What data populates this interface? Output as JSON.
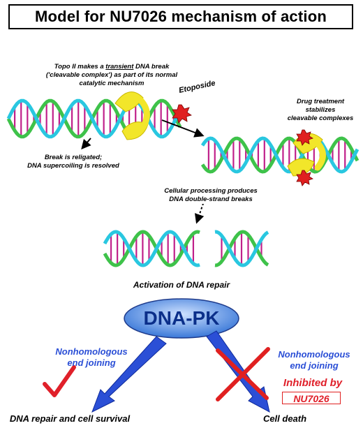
{
  "title": "Model for NU7026 mechanism of action",
  "topo_note": {
    "line1": "Topo II makes a",
    "transient": "transient",
    "line1b": "DNA break",
    "line2": "('cleavable complex') as part of its normal",
    "line3": "catalytic mechanism"
  },
  "etoposide": "Etoposide",
  "drug_note": [
    "Drug treatment",
    "stabilizes",
    "cleavable complexes"
  ],
  "religate_note": [
    "Break is religated;",
    "DNA supercoiling is resolved"
  ],
  "processing_note": [
    "Cellular processing produces",
    "DNA double-strand breaks"
  ],
  "activation": "Activation of DNA repair",
  "dnapk": "DNA-PK",
  "left_branch": {
    "nhej": [
      "Nonhomologous",
      "end joining"
    ],
    "outcome": "DNA repair and cell survival"
  },
  "right_branch": {
    "nhej": [
      "Nonhomologous",
      "end joining"
    ],
    "inhibited": "Inhibited by",
    "drug": "NU7026",
    "outcome": "Cell death"
  },
  "colors": {
    "strand_green": "#3ec24a",
    "strand_cyan": "#29c7e0",
    "rung_magenta": "#c0208a",
    "topo_yellow": "#f2e62a",
    "drug_red": "#e02020",
    "arrow_blue": "#2b4fd6",
    "pk_blue": "#3a78d8"
  }
}
